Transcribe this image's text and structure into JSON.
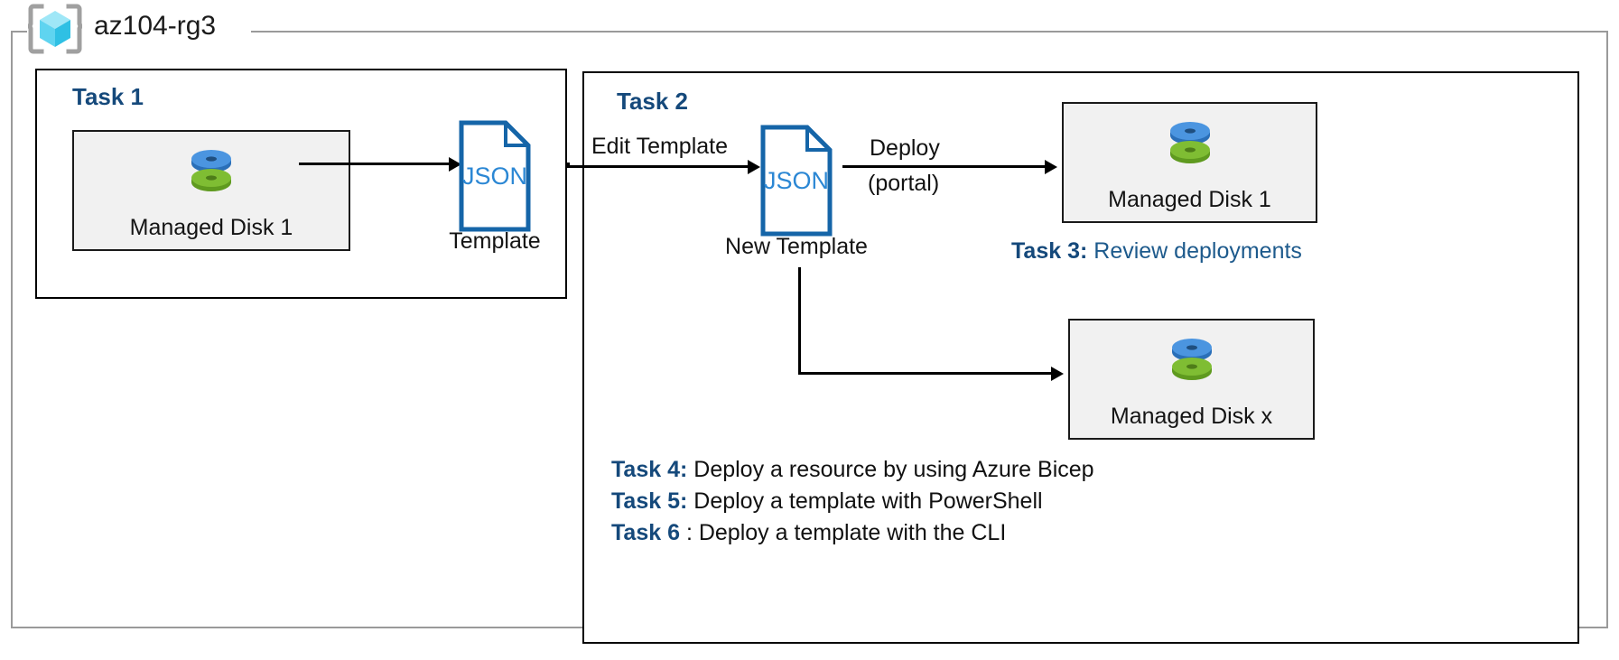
{
  "diagram": {
    "resource_group": {
      "name": "az104-rg3",
      "icon": "azure-resource-group-cube-icon"
    },
    "colors": {
      "task_heading": "#15497b",
      "json_outline": "#1565a8",
      "json_text": "#2b87d4",
      "resource_box_fill": "#f1f1f1",
      "resource_box_border": "#1a1a1a",
      "frame_border": "#9a9a9a",
      "disk_blue": "#3f8ede",
      "disk_green": "#7cb72b",
      "task3_body": "#1d5a8c"
    },
    "task1": {
      "heading": "Task 1",
      "resource": {
        "label": "Managed Disk 1",
        "icon": "managed-disk-icon"
      },
      "template": {
        "icon": "json-file-icon",
        "icon_text": "JSON",
        "caption": "Template"
      }
    },
    "task2": {
      "heading": "Task 2",
      "edit_label": "Edit Template",
      "template": {
        "icon": "json-file-icon",
        "icon_text": "JSON",
        "caption": "New Template"
      },
      "deploy_label_line1": "Deploy",
      "deploy_label_line2": "(portal)",
      "target_resource": {
        "label": "Managed Disk 1",
        "icon": "managed-disk-icon"
      },
      "secondary_resource": {
        "label": "Managed Disk x",
        "icon": "managed-disk-icon"
      }
    },
    "task3": {
      "bold": "Task 3:",
      "body": "Review deployments"
    },
    "task4": {
      "bold": "Task 4:",
      "body": "Deploy a resource by using Azure Bicep"
    },
    "task5": {
      "bold": "Task 5:",
      "body": "Deploy a template with PowerShell"
    },
    "task6": {
      "bold": "Task 6",
      "body": ": Deploy a template with the CLI"
    }
  }
}
